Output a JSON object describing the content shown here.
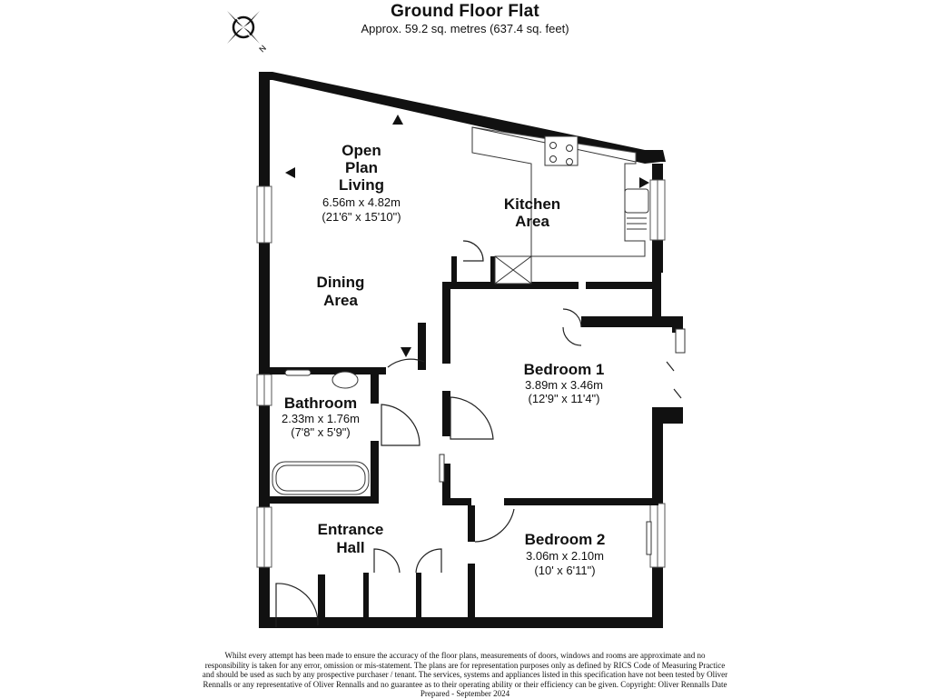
{
  "header": {
    "title": "Ground Floor Flat",
    "subtitle": "Approx. 59.2 sq. metres (637.4 sq. feet)"
  },
  "compass": {
    "label": "N",
    "icon": "compass-icon"
  },
  "rooms": [
    {
      "id": "living",
      "name_lines": [
        "Open",
        "Plan",
        "Living"
      ],
      "metric": "6.56m x 4.82m",
      "imperial": "(21'6\" x 15'10\")"
    },
    {
      "id": "kitchen",
      "name_lines": [
        "Kitchen",
        "Area"
      ]
    },
    {
      "id": "dining",
      "name_lines": [
        "Dining",
        "Area"
      ]
    },
    {
      "id": "bedroom1",
      "name_lines": [
        "Bedroom 1"
      ],
      "metric": "3.89m x 3.46m",
      "imperial": "(12'9\" x 11'4\")"
    },
    {
      "id": "bathroom",
      "name_lines": [
        "Bathroom"
      ],
      "metric": "2.33m x 1.76m",
      "imperial": "(7'8\" x 5'9\")"
    },
    {
      "id": "hall",
      "name_lines": [
        "Entrance",
        "Hall"
      ]
    },
    {
      "id": "bedroom2",
      "name_lines": [
        "Bedroom 2"
      ],
      "metric": "3.06m x 2.10m",
      "imperial": "(10' x 6'11\")"
    }
  ],
  "disclaimer": "Whilst every attempt has been made to ensure the accuracy of the floor plans, measurements of doors, windows and rooms are approximate and no responsibility is taken for any error, omission or mis-statement. The plans are for representation purposes only as defined by RICS Code of Measuring Practice and should be used as such by any prospective purchaser / tenant. The services, systems and appliances listed in this specification have not been tested by Oliver Rennalls or any representative of Oliver Rennalls and no guarantee as to their operating ability or their efficiency can be given. Copyright: Oliver Rennalls Date Prepared - September 2024"
}
